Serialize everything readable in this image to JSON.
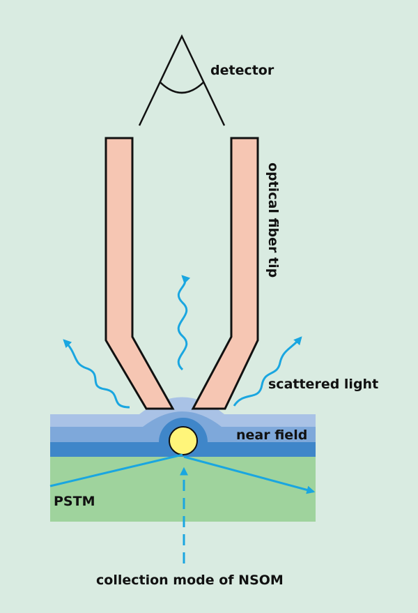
{
  "labels": {
    "detector": "detector",
    "fiber": "optical fiber tip",
    "scattered": "scattered light",
    "near_field": "near field",
    "pstm": "PSTM",
    "collection": "collection mode of NSOM"
  },
  "colors": {
    "background": "#d9ebe1",
    "fiber_fill": "#f6c6b3",
    "outline": "#111111",
    "layer_top": "#a9c2e6",
    "layer_mid": "#7ea8da",
    "layer_deep": "#3f86c9",
    "substrate": "#9fd39d",
    "particle": "#fff57a",
    "light": "#1aa6e0"
  }
}
